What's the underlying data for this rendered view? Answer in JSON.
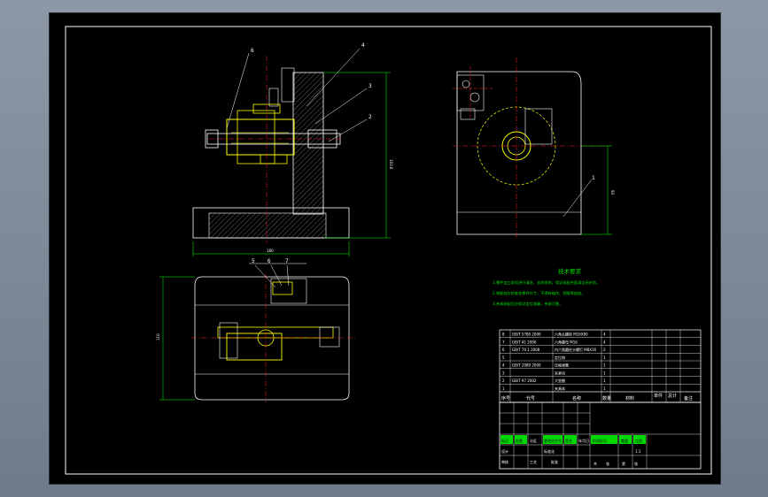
{
  "window": {
    "title": ""
  },
  "balloons": {
    "front": [
      "6",
      "4",
      "3",
      "2"
    ],
    "side": [
      "1"
    ],
    "top": [
      "5",
      "6",
      "7"
    ]
  },
  "dimensions": {
    "height_front": "103.6",
    "width_front": "180",
    "side_height": "93",
    "top_depth": "110"
  },
  "tech_requirements": {
    "title": "技术要求",
    "lines": [
      "1.零件加工前须进行清洗，去除毛刺，保证各配合面清洁无杂质。",
      "2.装配前应检查各零件尺寸，不得有碰伤、划痕等缺陷。",
      "3.夹具装配后应保证定位准确，夹紧可靠。"
    ]
  },
  "bom": {
    "rows": [
      {
        "no": "8",
        "code": "GB/T 5780 2000",
        "name": "六角头螺栓 M16X80",
        "qty": "4"
      },
      {
        "no": "7",
        "code": "GB/T 41 2000",
        "name": "六角螺母 M16",
        "qty": "4"
      },
      {
        "no": "6",
        "code": "GB/T 70 1 2008",
        "name": "内六角圆柱头螺钉 M8X16",
        "qty": "2"
      },
      {
        "no": "5",
        "code": "",
        "name": "定位销",
        "qty": "1"
      },
      {
        "no": "4",
        "code": "GB/T 2089 2009",
        "name": "压缩弹簧",
        "qty": "1"
      },
      {
        "no": "3",
        "code": "",
        "name": "夹紧块",
        "qty": "1"
      },
      {
        "no": "2",
        "code": "GB/T 97 2002",
        "name": "大垫圈",
        "qty": "1"
      },
      {
        "no": "1",
        "code": "",
        "name": "夹具体",
        "qty": "1"
      }
    ],
    "headers": [
      "序号",
      "代号",
      "名称",
      "数量",
      "材料",
      "单件",
      "总计",
      "备注"
    ]
  },
  "title_block": {
    "labels": [
      "标记",
      "处数",
      "分区",
      "更改文件号",
      "签名",
      "年月日",
      "设计",
      "标准化",
      "阶段标记",
      "重量",
      "比例",
      "审核",
      "工艺",
      "批准",
      "共",
      "张",
      "第",
      "张"
    ],
    "scale": "1:1"
  },
  "colors": {
    "background": "#000000",
    "frame": "#ffffff",
    "dimension": "#00ff00",
    "part": "#ffff00",
    "center": "#ff2020",
    "hatch": "#808080",
    "note": "#00e000"
  }
}
